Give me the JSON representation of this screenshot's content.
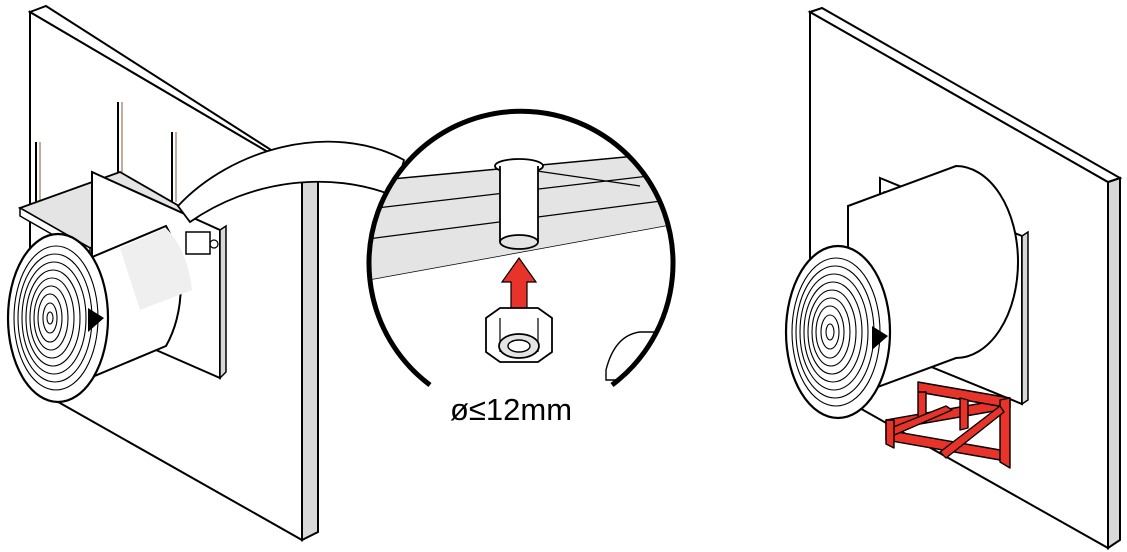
{
  "diagram": {
    "dimension_label": "ø≤12mm",
    "colors": {
      "line": "#000000",
      "paper": "#ffffff",
      "wall_edge": "#d8d8d8",
      "shade": "#e4e4e4",
      "highlight": "#e8332a"
    },
    "panels": [
      {
        "id": "ceiling-mount",
        "description_icon": "threaded-rod-mount-icon"
      },
      {
        "id": "detail-callout",
        "description_icon": "nut-icon"
      },
      {
        "id": "bracket-mount",
        "description_icon": "wall-bracket-icon"
      }
    ]
  }
}
